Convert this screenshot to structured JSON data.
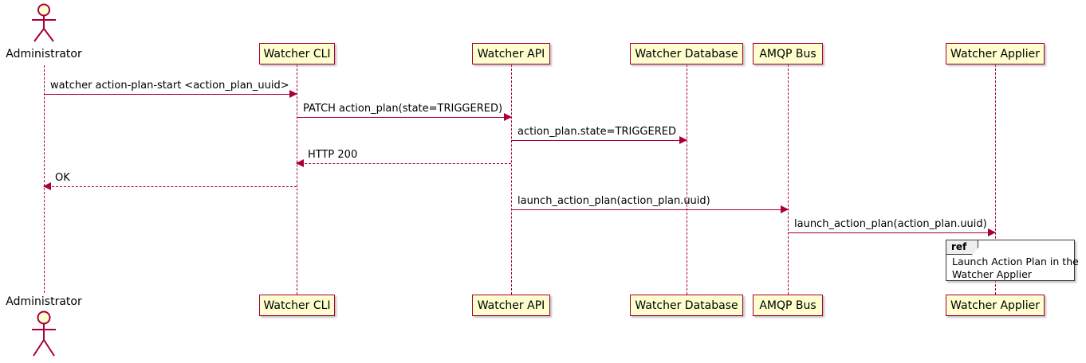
{
  "diagram": {
    "type": "sequence",
    "actor": {
      "label": "Administrator"
    },
    "participants": [
      {
        "id": "watcher-cli",
        "label": "Watcher CLI"
      },
      {
        "id": "watcher-api",
        "label": "Watcher API"
      },
      {
        "id": "watcher-database",
        "label": "Watcher Database"
      },
      {
        "id": "amqp-bus",
        "label": "AMQP Bus"
      },
      {
        "id": "watcher-applier",
        "label": "Watcher Applier"
      }
    ],
    "messages": [
      {
        "label": "watcher action-plan-start <action_plan_uuid>",
        "from": "Administrator",
        "to": "Watcher CLI",
        "type": "solid"
      },
      {
        "label": "PATCH action_plan(state=TRIGGERED)",
        "from": "Watcher CLI",
        "to": "Watcher API",
        "type": "solid"
      },
      {
        "label": "action_plan.state=TRIGGERED",
        "from": "Watcher API",
        "to": "Watcher Database",
        "type": "solid"
      },
      {
        "label": "HTTP 200",
        "from": "Watcher API",
        "to": "Watcher CLI",
        "type": "dashed-reply"
      },
      {
        "label": "OK",
        "from": "Watcher CLI",
        "to": "Administrator",
        "type": "dashed-reply"
      },
      {
        "label": "launch_action_plan(action_plan.uuid)",
        "from": "Watcher API",
        "to": "AMQP Bus",
        "type": "solid"
      },
      {
        "label": "launch_action_plan(action_plan.uuid)",
        "from": "AMQP Bus",
        "to": "Watcher Applier",
        "type": "solid"
      }
    ],
    "ref": {
      "keyword": "ref",
      "lines": [
        "Launch Action Plan in the",
        "Watcher Applier"
      ]
    },
    "colors": {
      "participant_fill": "#FEFECE",
      "border": "#A80036",
      "arrow": "#A80036",
      "text": "#000000",
      "ref_header_fill": "#EEEEEE"
    }
  }
}
